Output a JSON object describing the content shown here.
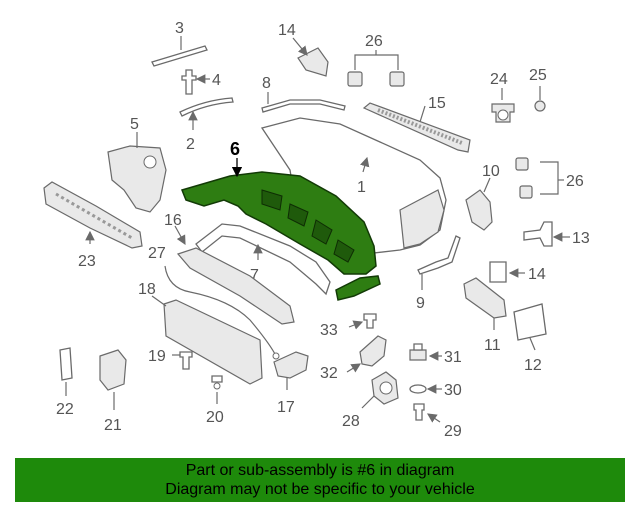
{
  "diagram": {
    "highlighted_part": "6",
    "highlight_color": "#2e7d12",
    "callouts": [
      "1",
      "2",
      "3",
      "4",
      "5",
      "6",
      "7",
      "8",
      "9",
      "10",
      "11",
      "12",
      "13",
      "14",
      "14",
      "15",
      "16",
      "17",
      "18",
      "19",
      "20",
      "21",
      "22",
      "23",
      "24",
      "25",
      "26",
      "26",
      "27",
      "28",
      "29",
      "30",
      "31",
      "32",
      "33"
    ]
  },
  "banner": {
    "line1": "Part or sub-assembly is #6 in diagram",
    "line2": "Diagram may not be specific to your vehicle",
    "background": "#1e8a0b"
  }
}
